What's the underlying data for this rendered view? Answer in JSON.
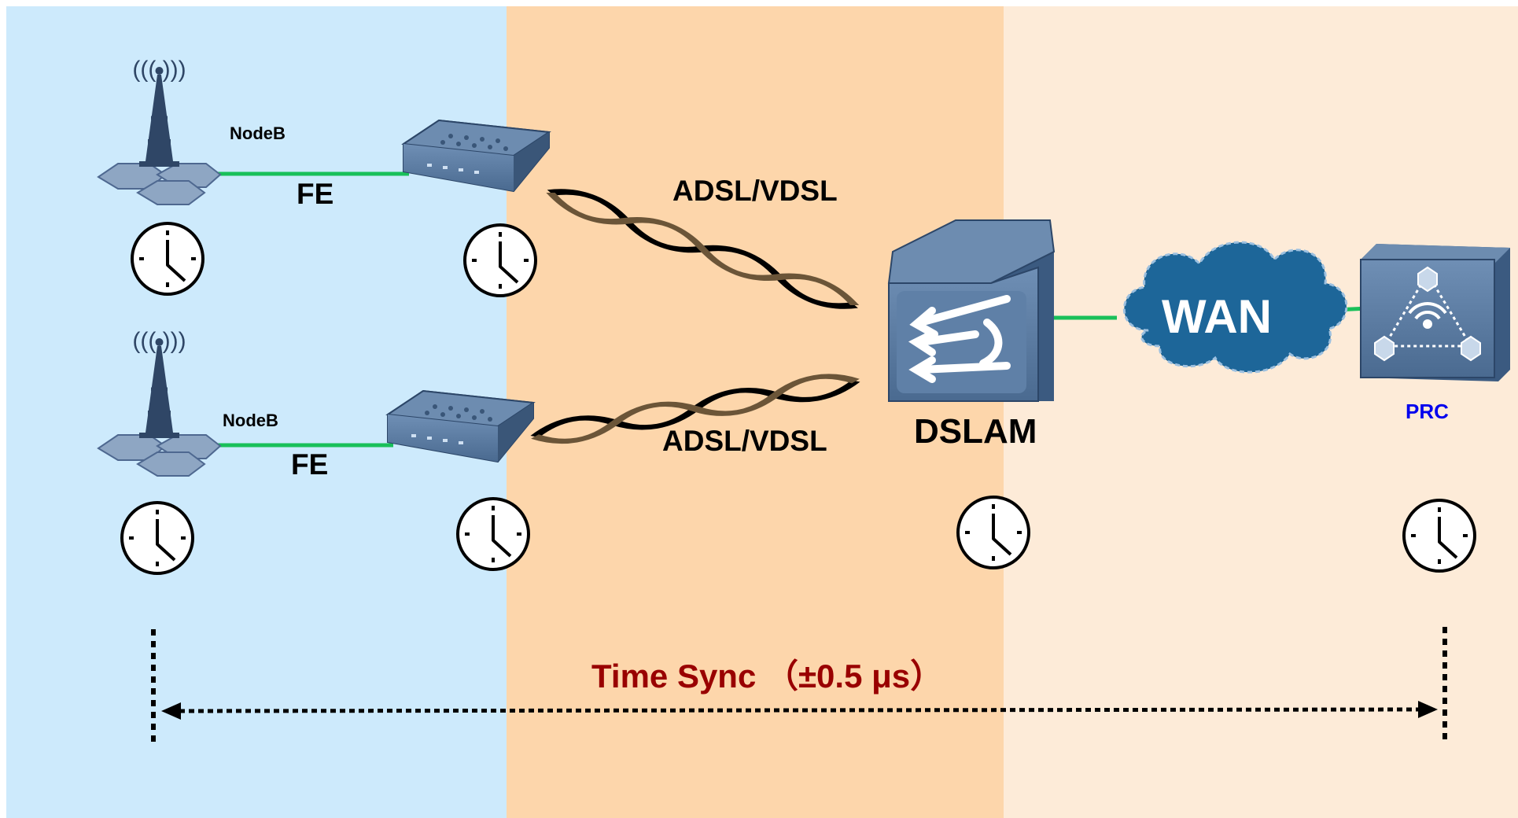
{
  "labels": {
    "nodeb_top": "NodeB",
    "nodeb_bottom": "NodeB",
    "fe_top": "FE",
    "fe_bottom": "FE",
    "adsl_top": "ADSL/VDSL",
    "adsl_bottom": "ADSL/VDSL",
    "dslam": "DSLAM",
    "wan": "WAN",
    "prc": "PRC",
    "time_sync": "Time Sync （±0.5 μs）"
  },
  "colors": {
    "zone_left": "#cdeafc",
    "zone_middle": "#fdd6ab",
    "zone_right": "#fdebd8",
    "link_green": "#19c05a",
    "device_blue": "#4f6f95",
    "wan_cloud": "#1d6699",
    "time_sync_text": "#990000",
    "prc_text": "#0000ee"
  },
  "icons": {
    "nodeb": "radio-tower-icon",
    "modem": "modem-icon",
    "dslam": "dslam-icon",
    "cloud": "cloud-icon",
    "prc": "prc-clock-icon",
    "clock": "clock-icon"
  }
}
